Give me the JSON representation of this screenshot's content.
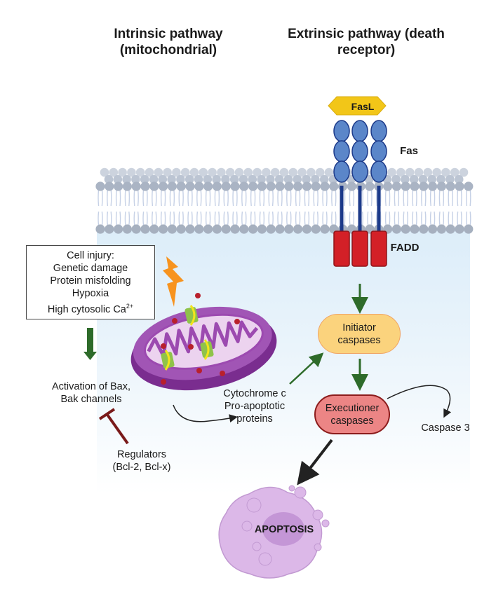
{
  "titles": {
    "intrinsic_line1": "Intrinsic pathway",
    "intrinsic_line2": "(mitochondrial)",
    "extrinsic_line1": "Extrinsic pathway (death",
    "extrinsic_line2": "receptor)"
  },
  "receptor": {
    "ligand": "FasL",
    "receptor": "Fas",
    "adaptor": "FADD"
  },
  "cell_injury": {
    "heading": "Cell injury:",
    "causes": [
      "Genetic damage",
      "Protein misfolding",
      "Hypoxia",
      "High cytosolic Ca"
    ],
    "ca_superscript": "2+"
  },
  "intrinsic": {
    "activation_line1": "Activation of Bax,",
    "activation_line2": "Bak channels",
    "regulators_line1": "Regulators",
    "regulators_line2": "(Bcl-2, Bcl-x)",
    "release_line1": "Cytochrome c",
    "release_line2": "Pro-apoptotic",
    "release_line3": "proteins"
  },
  "caspases": {
    "initiator_line1": "Initiator",
    "initiator_line2": "caspases",
    "executioner_line1": "Executioner",
    "executioner_line2": "caspases",
    "example": "Caspase 3"
  },
  "outcome": {
    "label": "APOPTOSIS"
  },
  "colors": {
    "activation_arrow": "#2e6b2a",
    "inhibition": "#7a1a1a",
    "ligand": "#f2c618",
    "receptor": "#5b86c9",
    "receptor_outline": "#1c3a8a",
    "adaptor": "#d32027",
    "initiator_fill": "#fbd37d",
    "executioner_fill": "#ec8585",
    "mitochondrion": "#8e3fa0",
    "apoptotic_cell": "#d9b2e6",
    "lightning": "#f7931e"
  }
}
